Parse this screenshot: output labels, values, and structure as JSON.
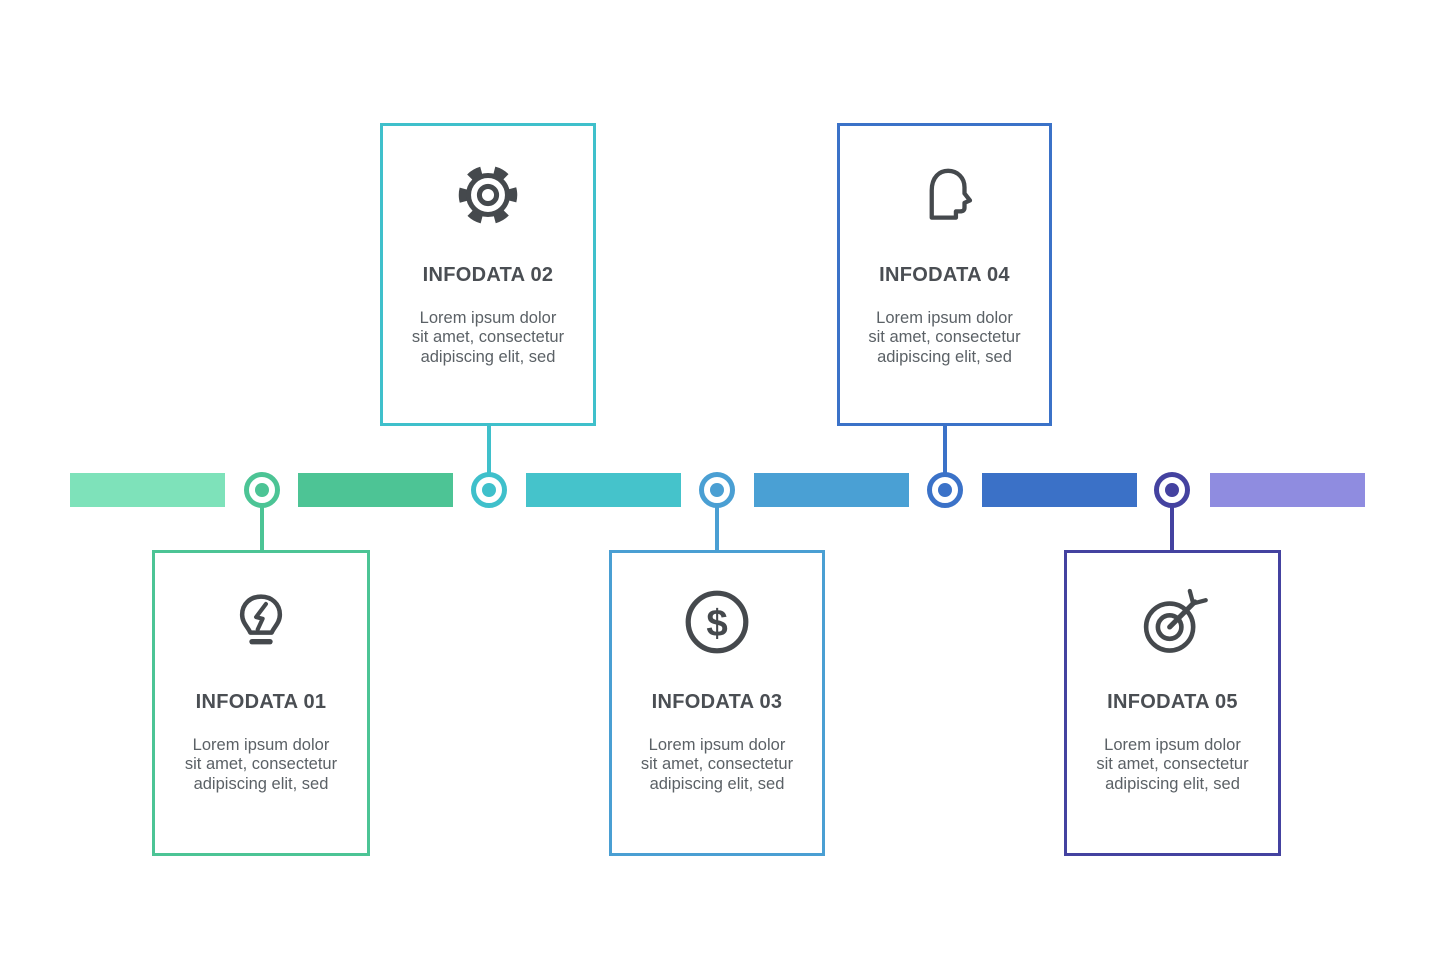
{
  "infographic": {
    "icon_color": "#45494D",
    "title_color": "#4A4E53",
    "desc_color": "#5B6166",
    "background": "#FFFFFF",
    "timeline_segments": [
      {
        "color": "#7EE2BA"
      },
      {
        "color": "#4DC495"
      },
      {
        "color": "#45C3CB"
      },
      {
        "color": "#4AA0D4"
      },
      {
        "color": "#3B71C7"
      },
      {
        "color": "#8F8CE0"
      }
    ],
    "items": [
      {
        "title": "INFODATA 01",
        "description": "Lorem ipsum dolor\nsit amet, consectetur\nadipiscing elit, sed",
        "icon": "lightbulb-icon",
        "accent": "#4CC495",
        "position": "below"
      },
      {
        "title": "INFODATA 02",
        "description": "Lorem ipsum dolor\nsit amet, consectetur\nadipiscing elit, sed",
        "icon": "gear-icon",
        "accent": "#3FC0CB",
        "position": "above"
      },
      {
        "title": "INFODATA 03",
        "description": "Lorem ipsum dolor\nsit amet, consectetur\nadipiscing elit, sed",
        "icon": "dollar-icon",
        "accent": "#4A9FD3",
        "position": "below"
      },
      {
        "title": "INFODATA 04",
        "description": "Lorem ipsum dolor\nsit amet, consectetur\nadipiscing elit, sed",
        "icon": "head-profile-icon",
        "accent": "#3B72C8",
        "position": "above"
      },
      {
        "title": "INFODATA 05",
        "description": "Lorem ipsum dolor\nsit amet, consectetur\nadipiscing elit, sed",
        "icon": "target-icon",
        "accent": "#4442A0",
        "position": "below"
      }
    ]
  }
}
